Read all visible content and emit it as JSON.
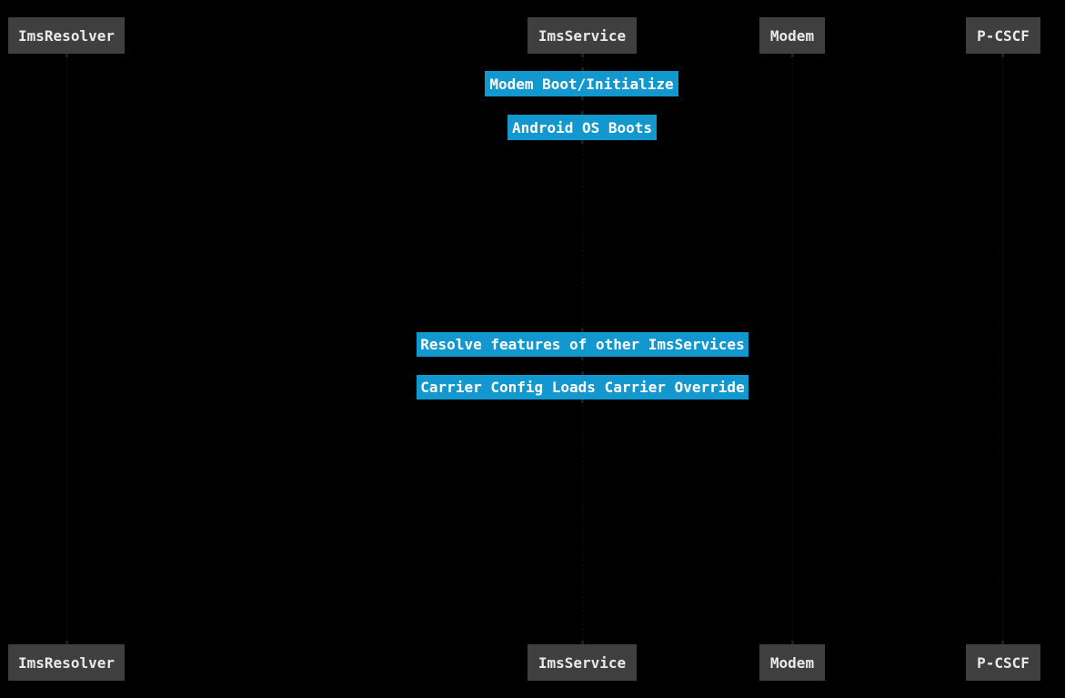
{
  "participants": {
    "ims_resolver": "ImsResolver",
    "ims_service": "ImsService",
    "modem": "Modem",
    "p_cscf": "P-CSCF"
  },
  "notes": {
    "modem_boot": "Modem Boot/Initialize",
    "android_os": "Android OS Boots",
    "resolve_features": "Resolve features of other ImsServices",
    "carrier_config": "Carrier Config Loads Carrier Override"
  },
  "colors": {
    "background": "#000000",
    "participant_fill": "#3f3f3f",
    "participant_text": "#e9e9e9",
    "note_fill": "#1297ce",
    "note_text": "#ffffff"
  }
}
